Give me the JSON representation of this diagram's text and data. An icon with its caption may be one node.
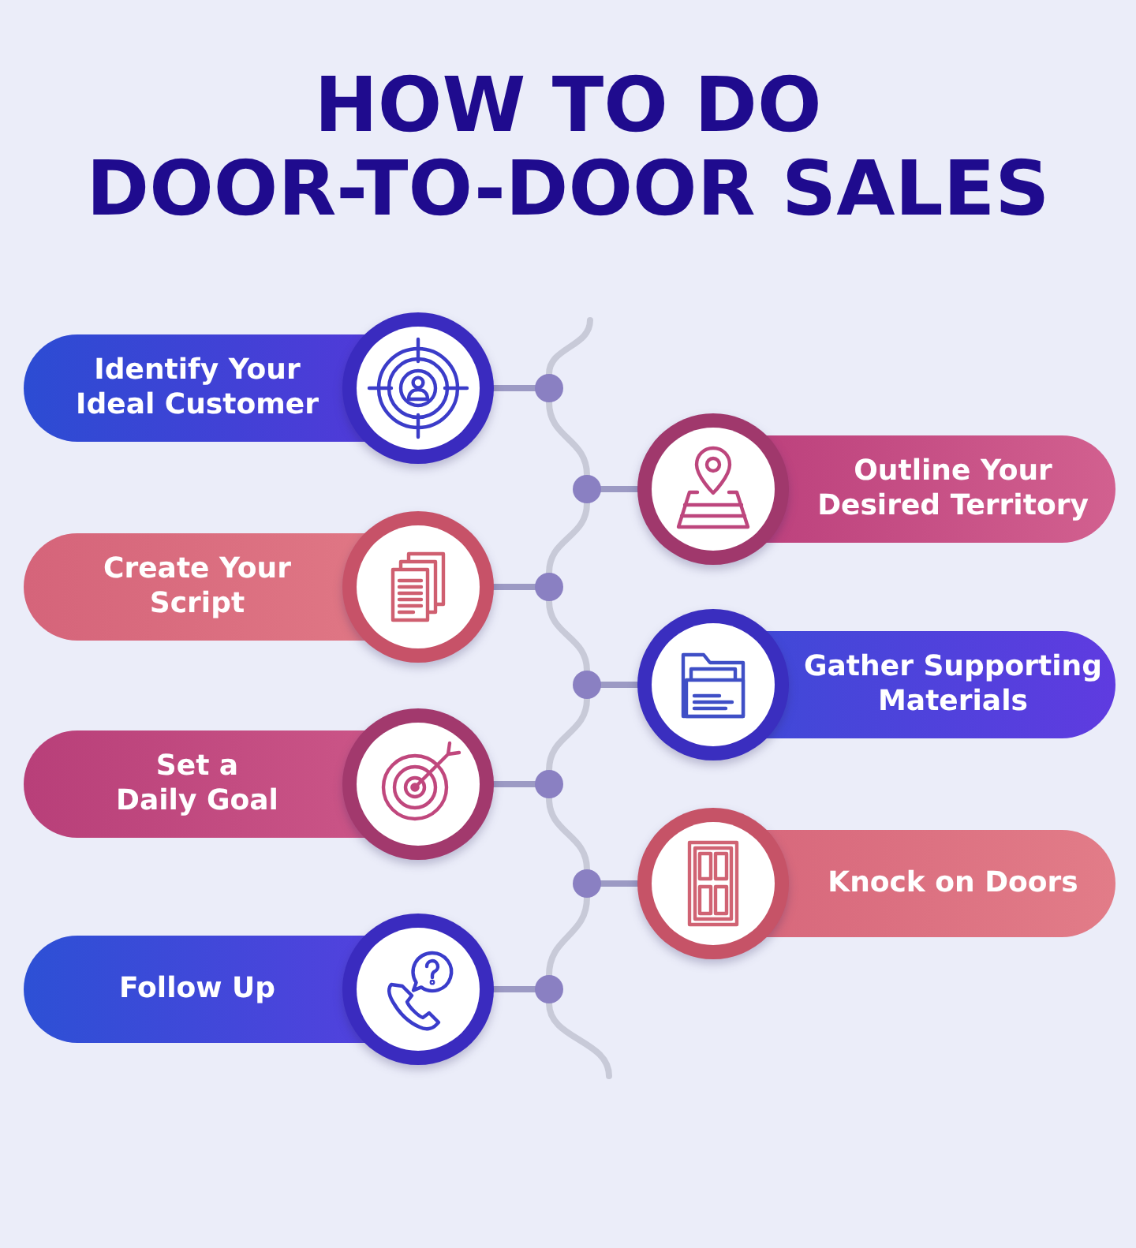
{
  "diagram": {
    "title": "HOW TO DO DOOR-TO-DOOR SALES",
    "nodes": [
      {
        "text": [
          "Identify Your Ideal Customer"
        ]
      },
      {
        "text": [
          "Outline Your Desired Territory"
        ]
      },
      {
        "text": [
          "Create Your Script"
        ]
      },
      {
        "text": [
          "Gather Supporting Materials"
        ]
      },
      {
        "text": [
          "Set a Daily Goal"
        ]
      },
      {
        "text": [
          "Knock on Doors"
        ]
      },
      {
        "text": [
          "Follow Up"
        ]
      },
      {
        "text": [],
        "shape": "circle"
      },
      {
        "text": [],
        "shape": "circle"
      },
      {
        "text": [],
        "shape": "circle"
      },
      {
        "text": [],
        "shape": "circle"
      },
      {
        "text": [],
        "shape": "circle"
      },
      {
        "text": [],
        "shape": "circle"
      },
      {
        "text": [],
        "shape": "circle"
      }
    ],
    "edges": [
      {
        "from": 0,
        "to": 7,
        "arrow": "none",
        "color": "#9c9ac4"
      },
      {
        "from": 1,
        "to": 8,
        "arrow": "none",
        "color": "#9c9ac4"
      },
      {
        "from": 2,
        "to": 9,
        "arrow": "none",
        "color": "#9c9ac4"
      },
      {
        "from": 3,
        "to": 10,
        "arrow": "none",
        "color": "#9c9ac4"
      },
      {
        "from": 4,
        "to": 11,
        "arrow": "none",
        "color": "#9c9ac4"
      },
      {
        "from": 5,
        "to": 12,
        "arrow": "none",
        "color": "#9c9ac4"
      },
      {
        "from": 6,
        "to": 13,
        "arrow": "none",
        "color": "#9c9ac4"
      },
      {
        "from": null,
        "to": 7,
        "arrow": "none"
      },
      {
        "from": 7,
        "to": 8,
        "arrow": "none"
      },
      {
        "from": 8,
        "to": 9,
        "arrow": "none"
      },
      {
        "from": 9,
        "to": 10,
        "arrow": "none"
      },
      {
        "from": 10,
        "to": 11,
        "arrow": "none"
      },
      {
        "from": 11,
        "to": 12,
        "arrow": "none"
      },
      {
        "from": 12,
        "to": 13,
        "arrow": "none"
      },
      {
        "from": 13,
        "to": null,
        "arrow": "none"
      }
    ]
  }
}
